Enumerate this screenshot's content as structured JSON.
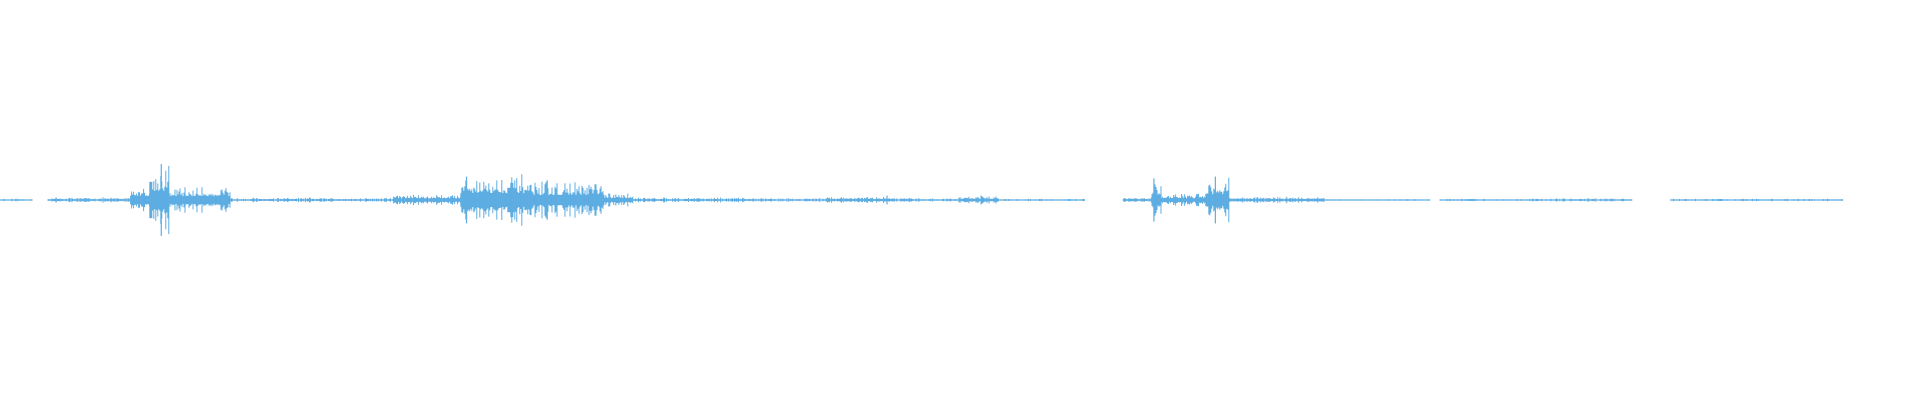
{
  "waveform": {
    "color": "#5dade2",
    "active_segments": [
      {
        "start": 0.0,
        "end": 0.017,
        "level": 0.04
      },
      {
        "start": 0.025,
        "end": 0.068,
        "level": 0.08
      },
      {
        "start": 0.068,
        "end": 0.078,
        "level": 0.45
      },
      {
        "start": 0.078,
        "end": 0.088,
        "level": 1.0
      },
      {
        "start": 0.088,
        "end": 0.12,
        "level": 0.4
      },
      {
        "start": 0.12,
        "end": 0.205,
        "level": 0.07
      },
      {
        "start": 0.205,
        "end": 0.24,
        "level": 0.18
      },
      {
        "start": 0.24,
        "end": 0.275,
        "level": 0.75
      },
      {
        "start": 0.275,
        "end": 0.315,
        "level": 0.55
      },
      {
        "start": 0.315,
        "end": 0.33,
        "level": 0.2
      },
      {
        "start": 0.33,
        "end": 0.39,
        "level": 0.08
      },
      {
        "start": 0.39,
        "end": 0.43,
        "level": 0.06
      },
      {
        "start": 0.43,
        "end": 0.465,
        "level": 0.1
      },
      {
        "start": 0.465,
        "end": 0.5,
        "level": 0.06
      },
      {
        "start": 0.5,
        "end": 0.52,
        "level": 0.12
      },
      {
        "start": 0.52,
        "end": 0.565,
        "level": 0.04
      },
      {
        "start": 0.585,
        "end": 0.6,
        "level": 0.08
      },
      {
        "start": 0.6,
        "end": 0.605,
        "level": 0.6
      },
      {
        "start": 0.605,
        "end": 0.628,
        "level": 0.2
      },
      {
        "start": 0.628,
        "end": 0.64,
        "level": 0.65
      },
      {
        "start": 0.64,
        "end": 0.69,
        "level": 0.1
      },
      {
        "start": 0.69,
        "end": 0.745,
        "level": 0.03
      },
      {
        "start": 0.75,
        "end": 0.79,
        "level": 0.04
      },
      {
        "start": 0.79,
        "end": 0.85,
        "level": 0.05
      },
      {
        "start": 0.87,
        "end": 0.96,
        "level": 0.04
      }
    ],
    "peak_markers": [
      {
        "position": 0.084,
        "level": 1.0
      },
      {
        "position": 0.243,
        "level": 0.65
      },
      {
        "position": 0.285,
        "level": 0.55
      },
      {
        "position": 0.462,
        "level": 0.12
      },
      {
        "position": 0.511,
        "level": 0.12
      },
      {
        "position": 0.601,
        "level": 0.6
      },
      {
        "position": 0.633,
        "level": 0.65
      }
    ]
  }
}
